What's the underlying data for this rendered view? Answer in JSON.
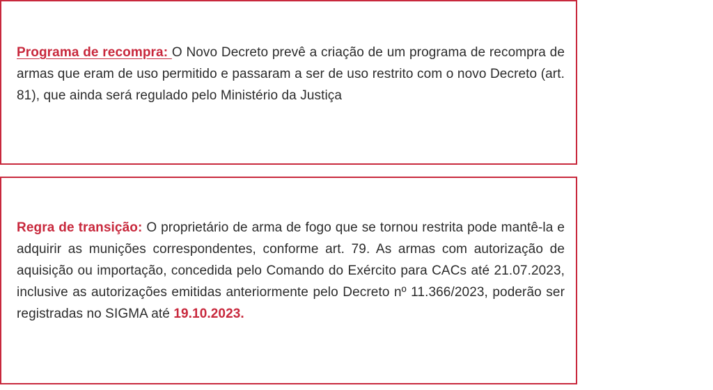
{
  "colors": {
    "accent": "#c8283c",
    "text": "#2b2b2b"
  },
  "boxes": [
    {
      "label": "Programa de recompra: ",
      "label_underlined": true,
      "text": "O Novo Decreto prevê a criação de um programa de recompra de armas que eram de uso permitido e passaram a ser de uso restrito com o novo Decreto (art. 81), que ainda será regulado pelo Ministério da Justiça"
    },
    {
      "label": "Regra de transição:",
      "label_underlined": false,
      "text": " O proprietário de arma de fogo que se tornou restrita pode mantê-la e adquirir as munições correspondentes, conforme art. 79. As armas com autorização de aquisição ou importação, concedida pelo Comando do Exército para CACs até 21.07.2023, inclusive as autorizações emitidas anteriormente pelo Decreto nº 11.366/2023, poderão ser registradas no SIGMA até ",
      "highlight": "19.10.2023."
    }
  ]
}
